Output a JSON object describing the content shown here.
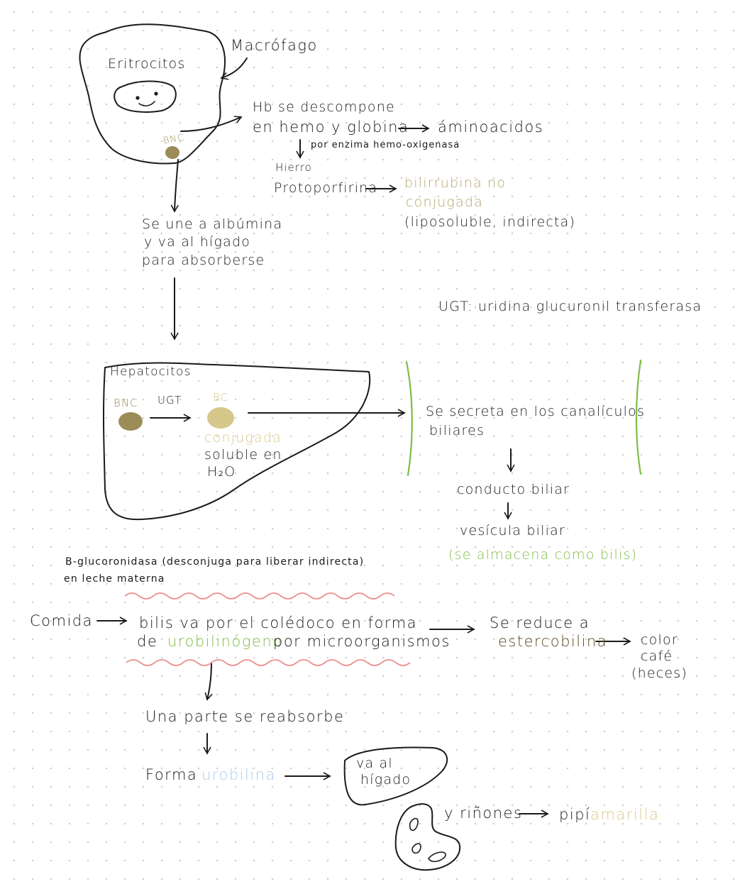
{
  "title": "",
  "macrophage": {
    "label": "Macrófago",
    "erythrocytes": "Eritrocitos",
    "bnc": "BNC"
  },
  "hb_breakdown": {
    "line1": "Hb se descompone",
    "line2": "en hemo y globina",
    "aminoacids": "áminoacidos",
    "enzyme": "por enzima hemo-oxigenasa",
    "iron": "Hierro",
    "protoporphyrin": "Protoporfirina",
    "bilirubin_line1": "bilirrubina no",
    "bilirubin_line2": "conjugada",
    "bilirubin_note": "(liposoluble, indirecta)"
  },
  "albumin": {
    "line1": "Se une a albúmina",
    "line2": "y va al hígado",
    "line3": "para absorberse"
  },
  "ugt_def": "UGT: uridina glucuronil transferasa",
  "hepatocytes": {
    "label": "Hepatocitos",
    "bnc": "BNC",
    "ugt": "UGT",
    "bc": "BC",
    "conjugated": "conjugada",
    "soluble1": "soluble en",
    "soluble2": "H₂O"
  },
  "secretion": {
    "line1": "Se secreta en los canalículos",
    "line2": "biliares",
    "duct": "conducto biliar",
    "vesicle": "vesícula biliar",
    "stored": "(se almacena como bilis)"
  },
  "glucuronidase": {
    "line1": "B-glucoronidasa (desconjuga para liberar indirecta)",
    "line2": "en leche materna"
  },
  "intestine": {
    "food": "Comida",
    "line1": "bilis va por el colédoco en forma",
    "line2_pre": "de",
    "urobilinogen": "urobilinógeno",
    "line2_post": "por microorganismos",
    "reduced": "Se reduce a",
    "stercobilin": "estercobilina",
    "color1": "color",
    "color2": "café",
    "color3": "(heces)"
  },
  "reabsorb": {
    "line": "Una parte se reabsorbe",
    "forms_pre": "Forma",
    "urobilin": "urobilina",
    "liver1": "va al",
    "liver2": "hígado",
    "kidneys": "y riñones",
    "pee": "pipí",
    "yellow": "amarilla"
  },
  "colors": {
    "gold": "#b5a56b",
    "pale_gold": "#d6c88a",
    "green": "#7dbd45",
    "pink": "#ec8f8f",
    "blue": "#a9cdee",
    "brown": "#5b4a1f"
  }
}
